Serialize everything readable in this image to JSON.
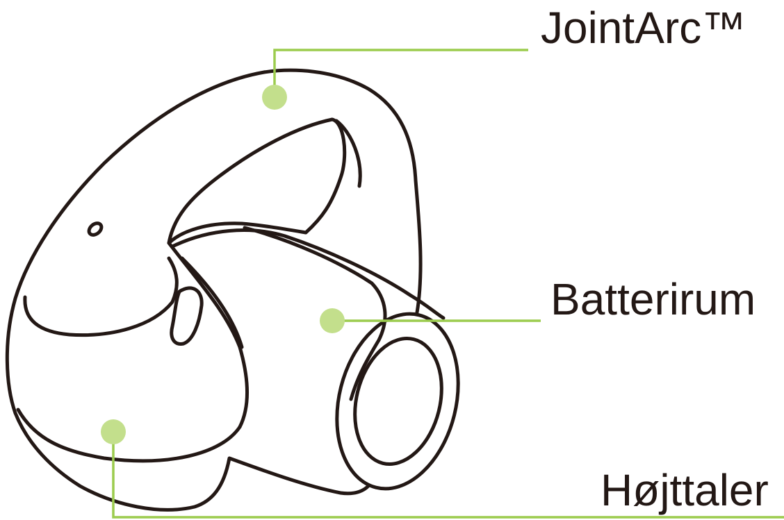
{
  "callouts": {
    "joint_arc": {
      "label": "JointArc™"
    },
    "battery": {
      "label": "Batterirum"
    },
    "speaker": {
      "label": "Højttaler"
    }
  },
  "colors": {
    "line_art": "#231815",
    "leader_line": "#9ccc4e",
    "marker_dot": "#c3df8c",
    "background": "#ffffff"
  }
}
